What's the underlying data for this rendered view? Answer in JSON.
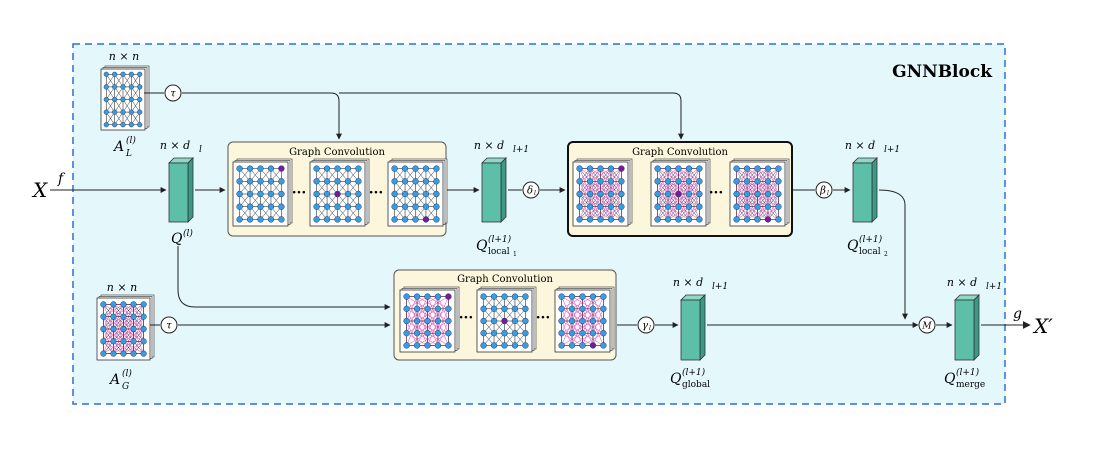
{
  "block_title": "GNNBlock",
  "input_label": "X",
  "output_label": "X′",
  "func_f": "f",
  "func_g": "g",
  "gc_title": "Graph Convolution",
  "ellipsis": "···",
  "ops": {
    "tau": "τ",
    "delta": "δ",
    "beta": "β",
    "gamma": "γ",
    "merge": "M"
  },
  "adj_local": {
    "dim": "n × n",
    "name": "A",
    "sup": "(l)",
    "sub": "L"
  },
  "adj_global": {
    "dim": "n × n",
    "name": "A",
    "sup": "(l)",
    "sub": "G"
  },
  "q_input": {
    "dim": "n × d",
    "dim_sub": "l",
    "name": "Q",
    "sup": "(l)"
  },
  "q_local1": {
    "dim": "n × d",
    "dim_sub": "l+1",
    "name": "Q",
    "sup": "(l+1)",
    "sub": "local",
    "subsub": "1"
  },
  "q_local2": {
    "dim": "n × d",
    "dim_sub": "l+1",
    "name": "Q",
    "sup": "(l+1)",
    "sub": "local",
    "subsub": "2"
  },
  "q_global": {
    "dim": "n × d",
    "dim_sub": "l+1",
    "name": "Q",
    "sup": "(l+1)",
    "sub": "global"
  },
  "q_merge": {
    "dim": "n × d",
    "dim_sub": "l+1",
    "name": "Q",
    "sup": "(l+1)",
    "sub": "merge"
  },
  "colors": {
    "block_bg": "#e4f8fc",
    "block_border": "#2c6fd8",
    "gc_bg": "#fcf7dc",
    "tensor": "#5dbfa8",
    "node": "#3a9ce0",
    "node_highlight": "#7a1a9a",
    "edge_local": "#333333",
    "edge_global": "#e060c0"
  }
}
